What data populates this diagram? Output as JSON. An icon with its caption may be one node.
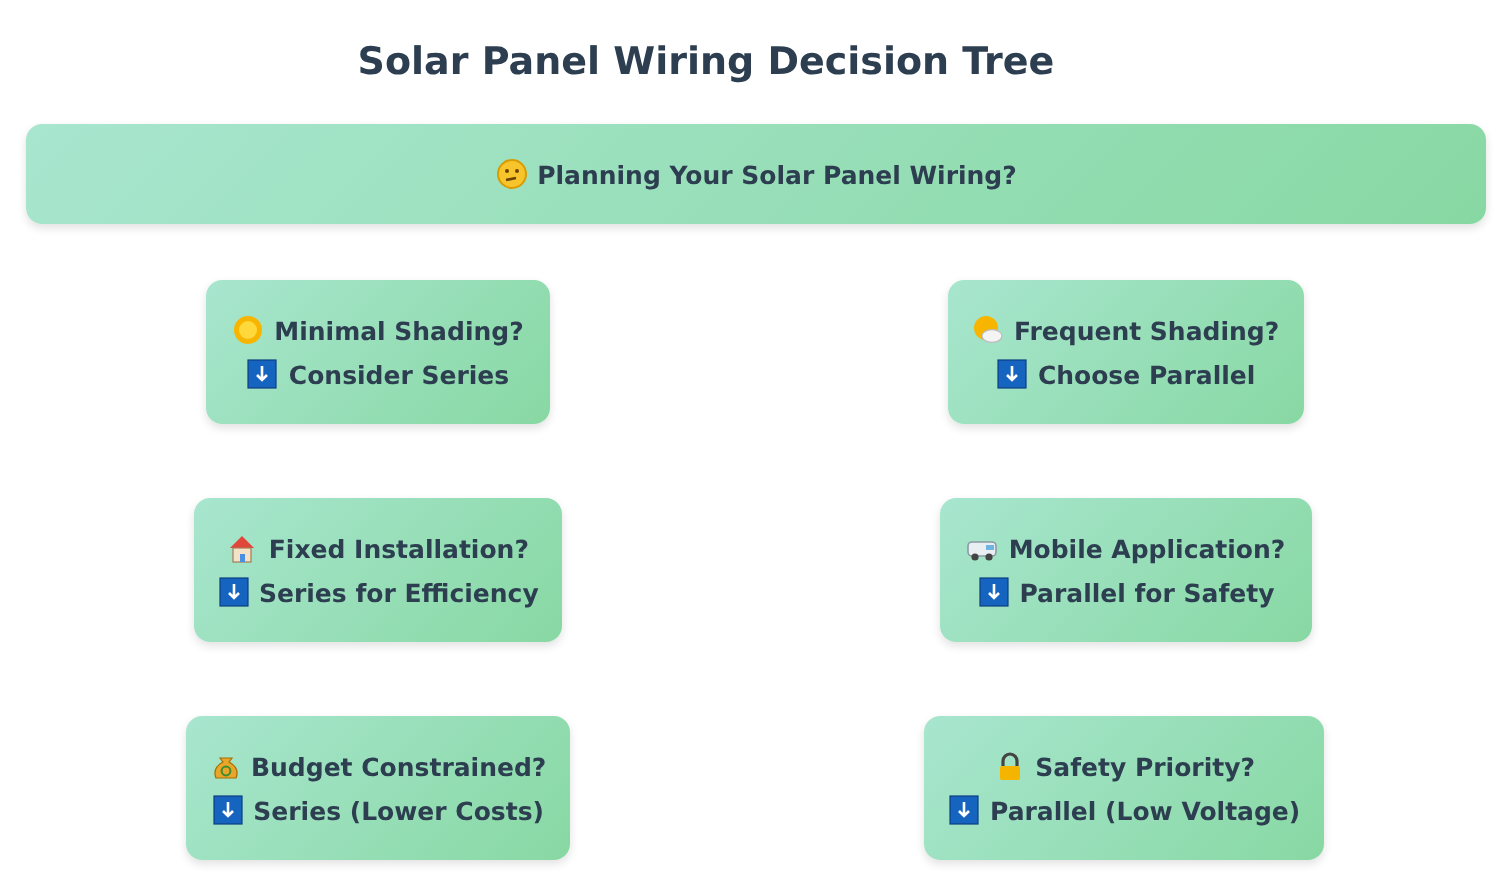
{
  "diagram": {
    "title": "Solar Panel Wiring Decision Tree",
    "nodes": [
      {
        "text": [
          "Planning Your Solar Panel Wiring?"
        ]
      },
      {
        "text": [
          "Minimal Shading?",
          "Consider Series"
        ]
      },
      {
        "text": [
          "Frequent Shading?",
          "Choose Parallel"
        ]
      },
      {
        "text": [
          "Fixed Installation?",
          "Series for Efficiency"
        ]
      },
      {
        "text": [
          "Mobile Application?",
          "Parallel for Safety"
        ]
      },
      {
        "text": [
          "Budget Constrained?",
          "Series (Lower Costs)"
        ]
      },
      {
        "text": [
          "Safety Priority?",
          "Parallel (Low Voltage)"
        ]
      }
    ]
  }
}
